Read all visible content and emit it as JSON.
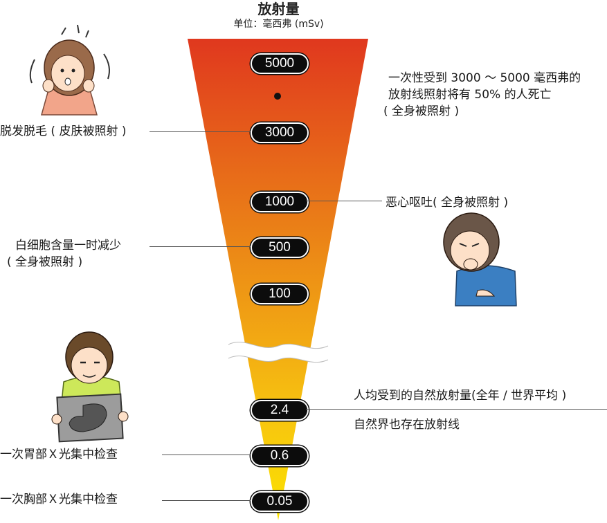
{
  "header": {
    "title": "放射量",
    "unit": "单位：毫西弗 (mSv)"
  },
  "scale": {
    "values": [
      "5000",
      "3000",
      "1000",
      "500",
      "100",
      "2.4",
      "0.6",
      "0.05"
    ]
  },
  "annotations": {
    "lethal_line1": "一次性受到 3000 ～ 5000 毫西弗的",
    "lethal_line2": "放射线照射将有 50% 的人死亡",
    "lethal_line3": "( 全身被照射 )",
    "hair_loss": "脱发脱毛 ( 皮肤被照射 )",
    "nausea": "恶心呕吐( 全身被照射 )",
    "wbc_line1": "白细胞含量一时减少",
    "wbc_line2": "( 全身被照射 )",
    "natural_line1": "人均受到的自然放射量(全年 / 世界平均 )",
    "natural_line2": "自然界也存在放射线",
    "stomach_xray": "一次胃部Ｘ光集中检查",
    "chest_xray": "一次胸部Ｘ光集中检查"
  },
  "colors": {
    "top": "#e0381e",
    "middle": "#ec8a16",
    "bottom": "#fbe200",
    "pill": "#0c0c0c"
  }
}
